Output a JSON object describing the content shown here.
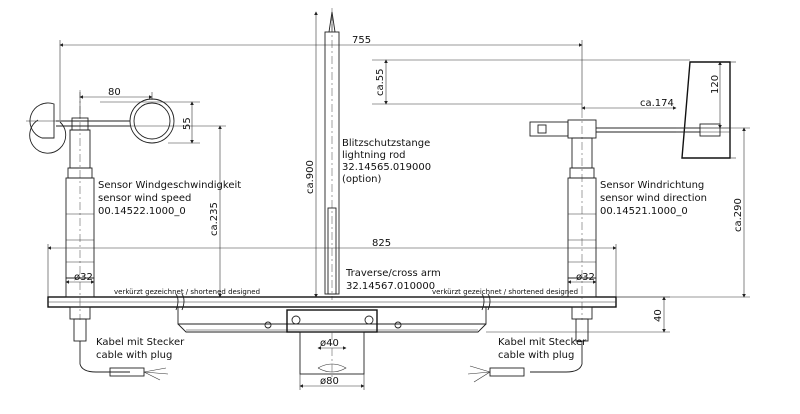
{
  "dimensions": {
    "overall_width": "755",
    "traverse_width": "825",
    "cup_span": "80",
    "cup_height": "55",
    "vane_offset": "ca.55",
    "vane_length": "ca.174",
    "vane_height": "120",
    "rod_height": "ca.900",
    "speed_sensor_height": "ca.235",
    "direction_sensor_height": "ca.290",
    "arm_height": "40",
    "mount_inner": "ø40",
    "mount_outer": "ø80",
    "left_diameter": "ø32",
    "right_diameter": "ø32"
  },
  "labels": {
    "lightning_rod": [
      "Blitzschutzstange",
      "lightning rod",
      "32.14565.019000",
      "(option)"
    ],
    "speed_sensor": [
      "Sensor Windgeschwindigkeit",
      "sensor wind speed",
      "00.14522.1000_0"
    ],
    "direction_sensor": [
      "Sensor Windrichtung",
      "sensor wind direction",
      "00.14521.1000_0"
    ],
    "traverse": [
      "Traverse/cross arm",
      "32.14567.010000"
    ],
    "shortened_left": "verkürzt gezeichnet / shortened designed",
    "shortened_right": "verkürzt gezeichnet / shortened designed",
    "cable_left": [
      "Kabel mit Stecker",
      "cable with plug"
    ],
    "cable_right": [
      "Kabel mit Stecker",
      "cable with plug"
    ]
  }
}
